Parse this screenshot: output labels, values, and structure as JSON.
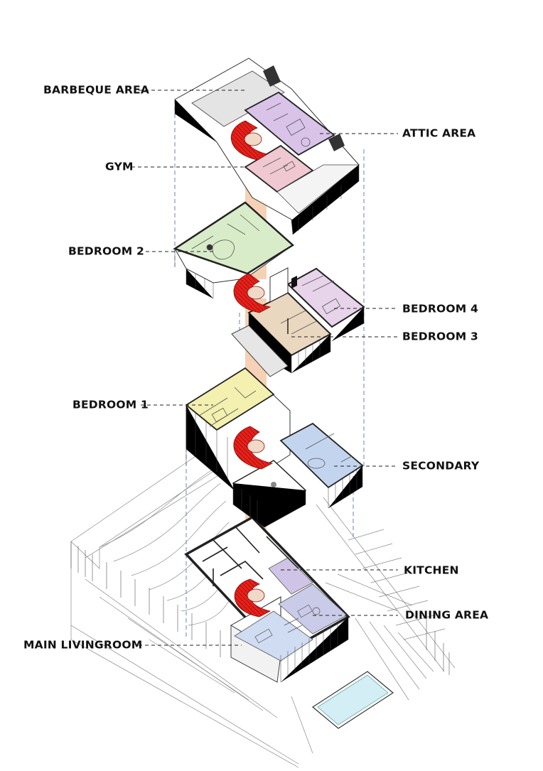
{
  "labels": {
    "barbeque_area": "BARBEQUE AREA",
    "gym": "GYM",
    "attic_area": "ATTIC AREA",
    "bedroom_2": "BEDROOM 2",
    "bedroom_4": "BEDROOM 4",
    "bedroom_3": "BEDROOM 3",
    "bedroom_1": "BEDROOM 1",
    "secondary": "SECONDARY",
    "kitchen": "KITCHEN",
    "dining_area": "DINING AREA",
    "main_livingroom": "MAIN LIVINGROOM"
  },
  "colors": {
    "attic": "#d9c3e8",
    "gym": "#efc8d2",
    "bedroom_2": "#d9ecc9",
    "bedroom_3": "#ead7bf",
    "bedroom_4": "#e7d3ea",
    "bedroom_1": "#f3f0b0",
    "secondary": "#c3d5ee",
    "kitchen": "#cfc4e6",
    "dining": "#c9cbe8",
    "living": "#cfdcf2",
    "stair": "#e8201b",
    "stair_shaft": "#f4c9a8",
    "pool_water": "#d3eef4",
    "guide_line": "#6e7fc0"
  }
}
